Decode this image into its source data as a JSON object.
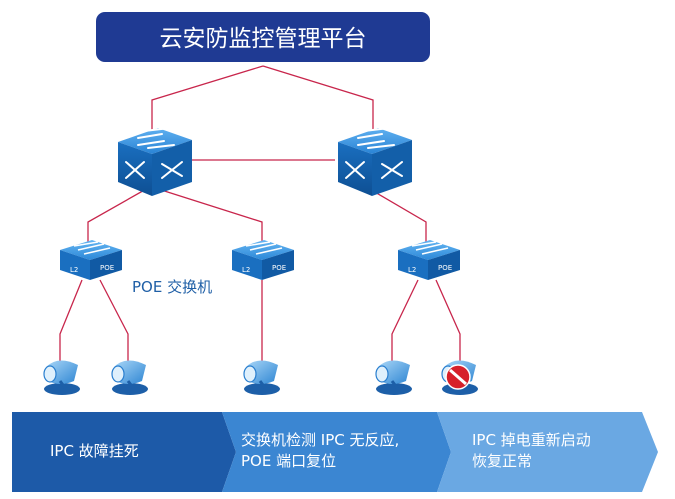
{
  "platform": {
    "title": "云安防监控管理平台"
  },
  "switch_label": "POE 交换机",
  "steps": [
    {
      "text": "IPC 故障挂死"
    },
    {
      "line1": "交换机检测 IPC 无反应,",
      "line2": "POE 端口复位"
    },
    {
      "line1": "IPC 掉电重新启动",
      "line2": "恢复正常"
    }
  ],
  "device_badges": {
    "l2": "L2",
    "poe": "POE"
  },
  "colors": {
    "platform_bg": "#1f3a93",
    "link": "#c8264c",
    "core_switch": "#1a6fc0",
    "access_switch": "#1d79c9",
    "camera": "#3b8fd8",
    "camera_error": "#d6202a",
    "step1": "#1d5aa8",
    "step2": "#3b86d2",
    "step3": "#6aa8e3",
    "label_blue": "#1f5fa6"
  },
  "icons": [
    "core-switch-icon",
    "access-switch-icon",
    "ip-camera-icon",
    "no-entry-icon"
  ]
}
